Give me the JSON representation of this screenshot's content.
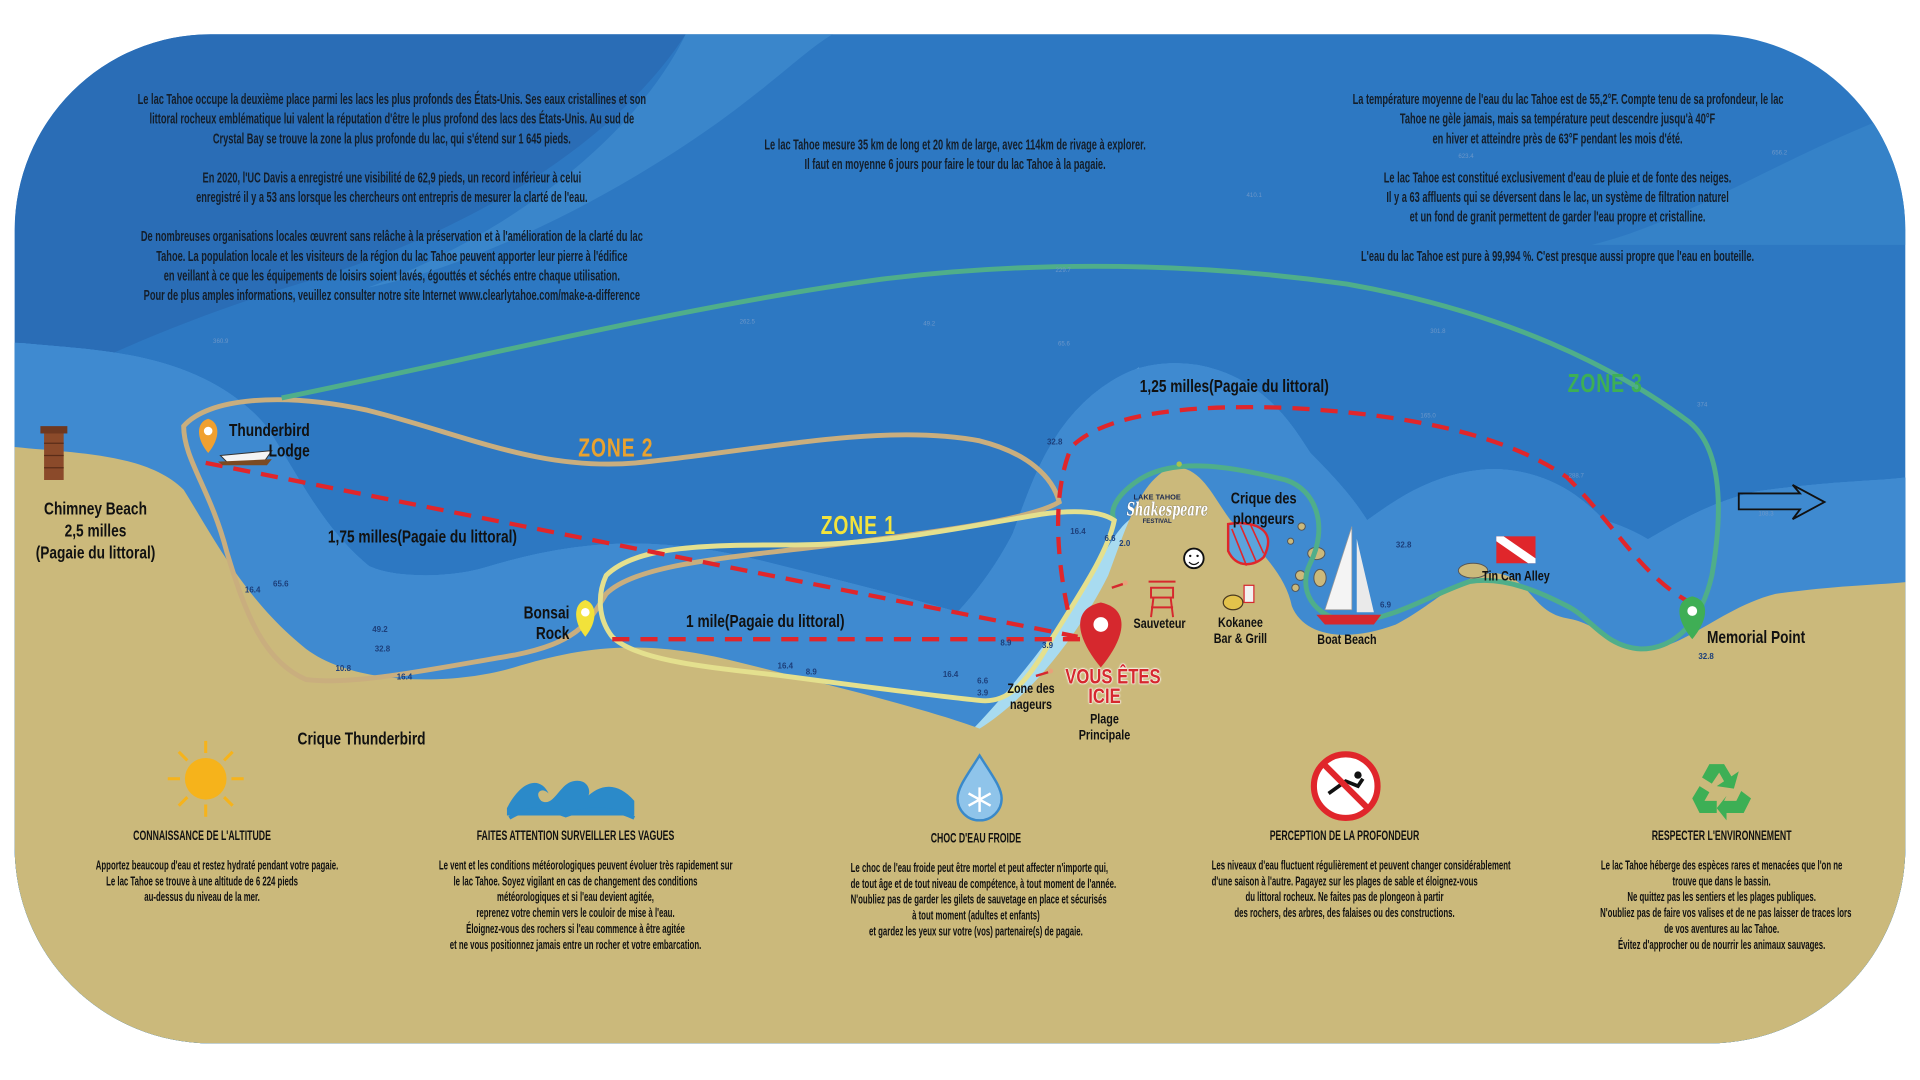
{
  "colors": {
    "deep_water": "#2d78c2",
    "mid_water": "#4a90d3",
    "shallow_water": "#8cc6ea",
    "sand": "#cbb97b",
    "zone1": "#e6e08a",
    "zone2": "#c9ae7e",
    "zone3": "#4fae8a",
    "route_red": "#e0262b",
    "zone1_label": "#f3e33c",
    "zone2_label": "#e9a22f",
    "zone3_label": "#3daf55"
  },
  "info": {
    "left": "Le lac Tahoe occupe la deuxième place parmi les lacs les plus profonds des États-Unis. Ses eaux cristallines et son\nlittoral rocheux emblématique lui valent la réputation d'être le plus profond des lacs des États-Unis. Au sud de\nCrystal Bay se trouve la zone la plus profonde du lac, qui s'étend sur 1 645 pieds.\n\nEn 2020, l'UC Davis a enregistré une visibilité de 62,9 pieds, un record inférieur à celui\nenregistré il y a 53 ans lorsque les chercheurs ont entrepris de mesurer la clarté de l'eau.\n\nDe nombreuses organisations locales œuvrent sans relâche à la préservation et à l'amélioration de la clarté du lac\nTahoe. La population locale et les visiteurs de la région du lac Tahoe peuvent apporter leur pierre à l'édifice\nen veillant à ce que les équipements de loisirs soient lavés, égouttés et séchés entre chaque utilisation.\nPour de plus amples informations, veuillez consulter notre site Internet www.clearlytahoe.com/make-a-difference",
    "center": "Le lac Tahoe mesure 35 km de long et 20 km de large, avec 114km de rivage à explorer.\nIl faut en moyenne 6 jours pour faire le tour du lac Tahoe à la pagaie.",
    "right": "La température moyenne de l'eau du lac Tahoe est de 55,2°F. Compte tenu de sa profondeur, le lac\nTahoe ne gèle jamais, mais sa température peut descendre jusqu'à 40°F\nen hiver et atteindre près de 63°F pendant les mois d'été.\n\nLe lac Tahoe est constitué exclusivement d'eau de pluie et de fonte des neiges.\nIl y a 63 affluents qui se déversent dans le lac, un système de filtration naturel\net un fond de granit permettent de garder l'eau propre et cristalline.\n\nL'eau du lac Tahoe est pure à 99,994 %. C'est presque aussi propre que l'eau en bouteille."
  },
  "map": {
    "zones": {
      "zone1": "ZONE 1",
      "zone2": "ZONE 2",
      "zone3": "ZONE 3"
    },
    "routes": {
      "chimney": "1,75 milles(Pagaie du littoral)",
      "bonsai": "1 mile(Pagaie du littoral)",
      "memorial": "1,25 milles(Pagaie du littoral)"
    },
    "places": {
      "thunderbird_lodge": "Thunderbird\nLodge",
      "chimney_beach": "Chimney Beach\n2,5 milles\n(Pagaie du littoral)",
      "bonsai_rock": "Bonsai\nRock",
      "crique_thunderbird": "Crique Thunderbird",
      "zone_nageurs": "Zone des\nnageurs",
      "you_are_here": "VOUS ÊTES\nICIE",
      "plage_principale": "Plage\nPrincipale",
      "sauveteur": "Sauveteur",
      "kokanee": "Kokanee\nBar & Grill",
      "crique_plongeurs": "Crique des\nplongeurs",
      "boat_beach": "Boat Beach",
      "tin_can_alley": "Tin Can Alley",
      "memorial_point": "Memorial Point"
    },
    "logo": {
      "top": "LAKE TAHOE",
      "main": "Shakespeare",
      "bottom": "FESTIVAL"
    },
    "depths": [
      "16.4",
      "6.6",
      "2.0",
      "8.9",
      "3.9",
      "6.6",
      "3.9",
      "16.4",
      "16.4",
      "8.9",
      "32.8",
      "32.8",
      "16.4",
      "6.9",
      "32.8",
      "10.8",
      "16.4",
      "32.8",
      "49.2",
      "65.6"
    ],
    "deep_soundings": [
      "360.9",
      "262.5",
      "229.7",
      "49.2",
      "65.6",
      "656.2",
      "623.4",
      "410.1",
      "301.8",
      "374",
      "288.7",
      "165.0",
      "108.3"
    ]
  },
  "sections": [
    {
      "icon": "sun-icon",
      "title": "CONNAISSANCE DE L'ALTITUDE",
      "text": "Apportez beaucoup d'eau et restez hydraté pendant votre pagaie.\nLe lac Tahoe se trouve à une altitude de 6 224 pieds\nau-dessus du niveau de la mer."
    },
    {
      "icon": "waves-icon",
      "title": "FAITES ATTENTION SURVEILLER LES VAGUES",
      "text": "Le vent et les conditions météorologiques peuvent évoluer très rapidement sur\nle lac Tahoe. Soyez vigilant en cas de changement des conditions\nmétéorologiques et si l'eau devient agitée,\nreprenez votre chemin vers le couloir de mise à l'eau.\nÉloignez-vous des rochers si l'eau commence à être agitée\net ne vous positionnez jamais entre un rocher et votre embarcation."
    },
    {
      "icon": "cold-water-drop-icon",
      "title": "CHOC D'EAU FROIDE",
      "text": "Le choc de l'eau froide peut être mortel et peut affecter n'importe qui,\nde tout âge et de tout niveau de compétence, à tout moment de l'année.\nN'oubliez pas de garder les gilets de sauvetage en place et sécurisés\nà tout moment (adultes et enfants)\net gardez les yeux sur votre (vos) partenaire(s) de pagaie."
    },
    {
      "icon": "no-diving-icon",
      "title": "PERCEPTION DE LA PROFONDEUR",
      "text": "Les niveaux d'eau fluctuent régulièrement et peuvent changer considérablement\nd'une saison à l'autre. Pagayez sur les plages de sable et éloignez-vous\ndu littoral rocheux. Ne faites pas de plongeon à partir\ndes rochers, des arbres, des falaises ou des constructions."
    },
    {
      "icon": "recycle-icon",
      "title": "RESPECTER L'ENVIRONNEMENT",
      "text": "Le lac Tahoe héberge des espèces rares et menacées que l'on ne\ntrouve que dans le bassin.\nNe quittez pas les sentiers et les plages publiques.\nN'oubliez pas de faire vos valises et de ne pas laisser de traces lors\nde vos aventures au lac Tahoe.\nÉvitez d'approcher ou de nourrir les animaux sauvages."
    }
  ]
}
